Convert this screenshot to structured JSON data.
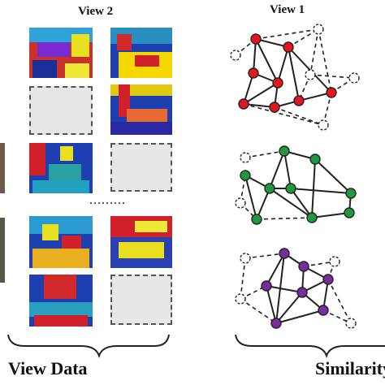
{
  "header": {
    "view2_label": "View 2",
    "view1_label": "View 1"
  },
  "middle": {
    "ellipsis": "........."
  },
  "footer": {
    "left_label": "View Data",
    "right_label": "Similarity"
  },
  "colors": {
    "graph_top_nodes": "#e8141c",
    "graph_middle_nodes": "#1e9a3c",
    "graph_bottom_nodes": "#7a2b9e",
    "missing_tile_fill": "#e6e6e6",
    "edge": "#222222"
  }
}
